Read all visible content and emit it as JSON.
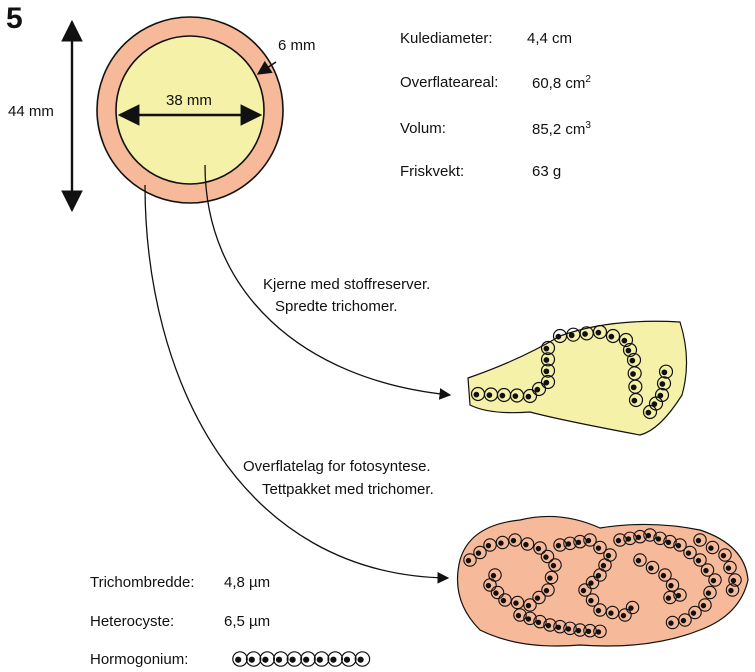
{
  "figure_number": "5",
  "sphere": {
    "outer_label": "44 mm",
    "inner_label": "38 mm",
    "shell_label": "6 mm",
    "colors": {
      "shell": "#f6b99a",
      "core": "#f5f1a8",
      "stroke": "#111111"
    }
  },
  "stats": [
    {
      "label": "Kulediameter:",
      "value": "4,4 cm",
      "sup": ""
    },
    {
      "label": "Overflateareal:",
      "value": "60,8 cm",
      "sup": "2"
    },
    {
      "label": "Volum:",
      "value": "85,2 cm",
      "sup": "3"
    },
    {
      "label": "Friskvekt:",
      "value": "63 g",
      "sup": ""
    }
  ],
  "core_caption": [
    "Kjerne med stoffreserver.",
    "Spredte trichomer."
  ],
  "surface_caption": [
    "Overflatelag for fotosyntese.",
    "Tettpakket med trichomer."
  ],
  "measurements": [
    {
      "label": "Trichombredde:",
      "value": "4,8 µm"
    },
    {
      "label": "Heterocyste:",
      "value": "6,5 µm"
    },
    {
      "label": "Hormogonium:",
      "value": ""
    }
  ]
}
